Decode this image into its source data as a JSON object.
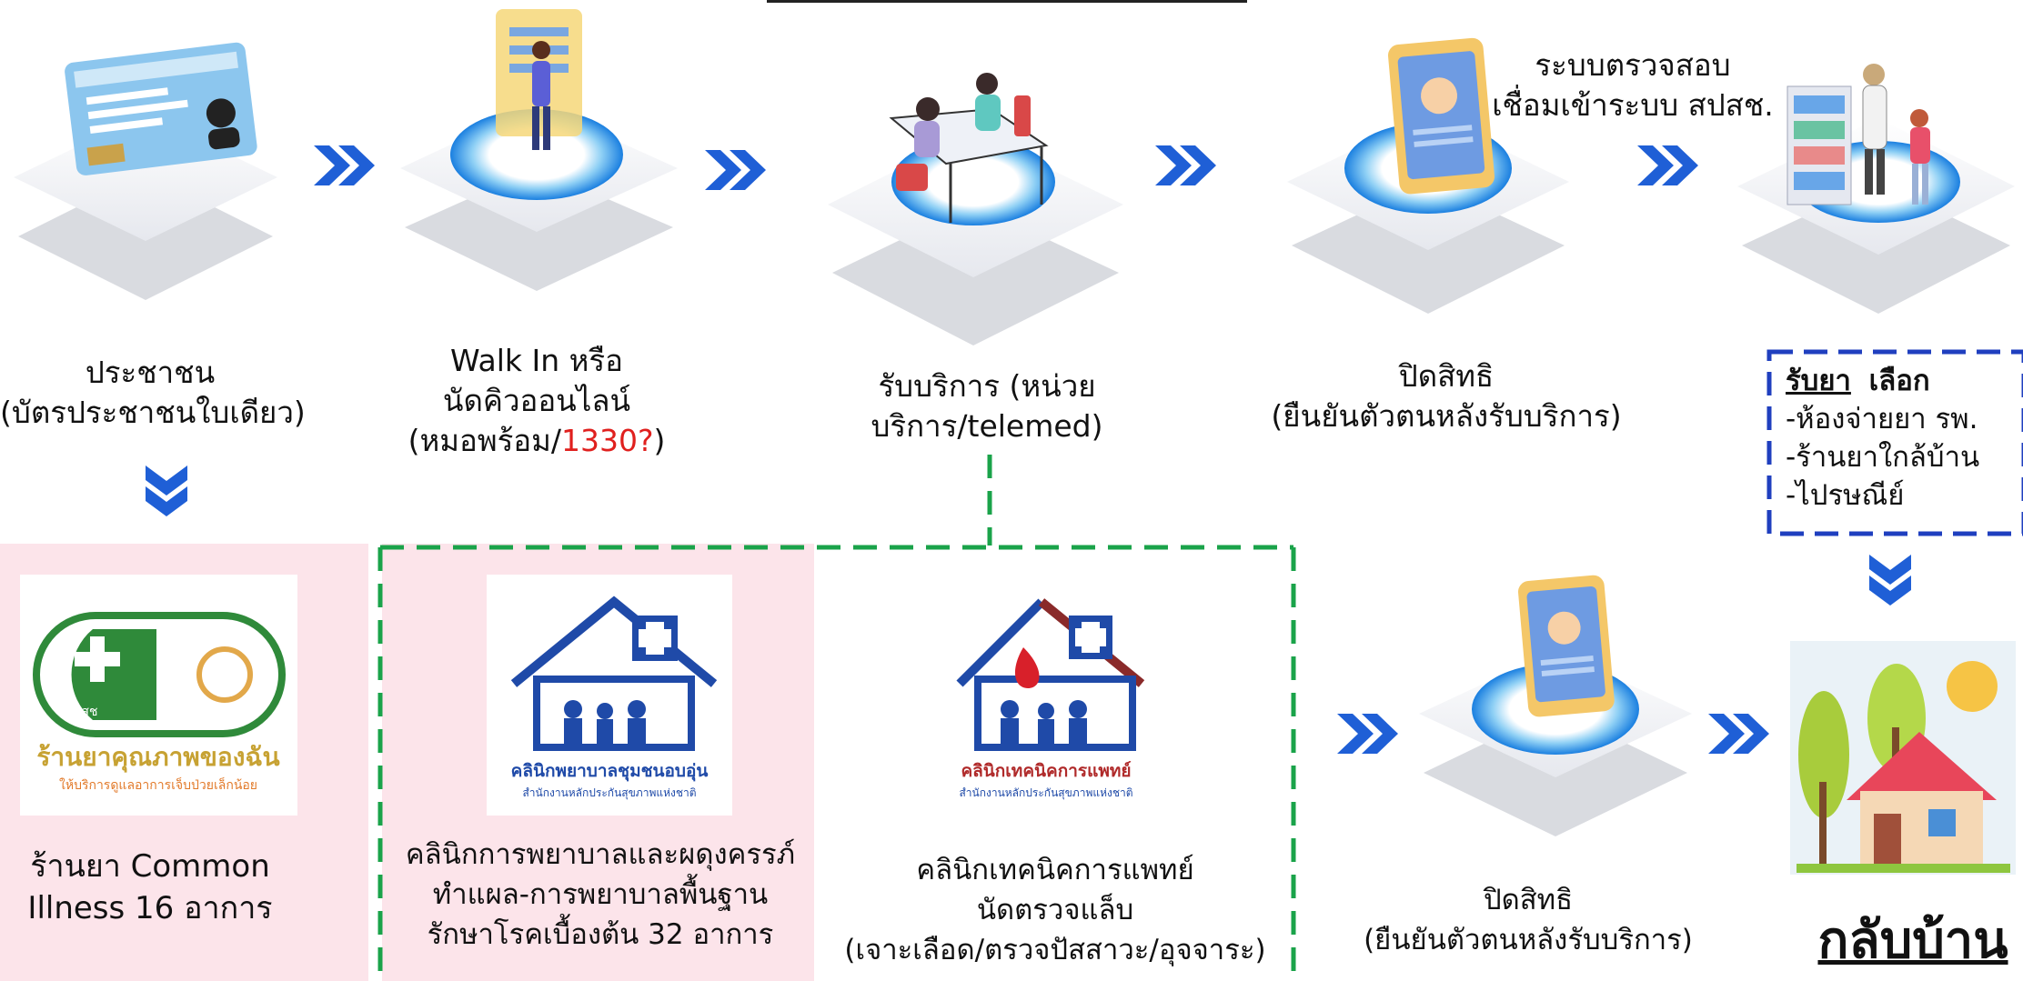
{
  "top_flow": {
    "step1": {
      "line1": "ประชาชน",
      "line2": "(บัตรประชาชนใบเดียว)"
    },
    "step2": {
      "line1": "Walk In หรือ",
      "line2": "นัดคิวออนไลน์",
      "line3_pre": "(หมอพร้อม/",
      "line3_red": "1330?",
      "line3_post": ")"
    },
    "step3": {
      "line1": "รับบริการ (หน่วย",
      "line2": "บริการ/telemed)"
    },
    "step4": {
      "line1": "ปิดสิทธิ",
      "line2": "(ยืนยันตัวตนหลังรับบริการ)"
    },
    "verify_note": {
      "line1": "ระบบตรวจสอบ",
      "line2": "เชื่อมเข้าระบบ สปสช."
    },
    "pickup": {
      "title_u": "รับยา",
      "title_b": "เลือก",
      "opt1": "-ห้องจ่ายยา รพ.",
      "opt2": "-ร้านยาใกล้บ้าน",
      "opt3": "-ไปรษณีย์"
    }
  },
  "bottom_flow": {
    "pharmacy": {
      "line1": "ร้านยา Common",
      "line2": "Illness 16 อาการ",
      "logo_text1": "ร้านยาคุณภาพของฉัน",
      "logo_text2": "ให้บริการดูแลอาการเจ็บป่วยเล็กน้อย",
      "logo_small": "สปสช"
    },
    "nursing_clinic": {
      "line1": "คลินิกการพยาบาลและผดุงครรภ์",
      "line2": "ทำแผล-การพยาบาลพื้นฐาน",
      "line3": "รักษาโรคเบื้องต้น 32 อาการ",
      "logo_text1": "คลินิกพยาบาลชุมชนอบอุ่น",
      "logo_text2": "สำนักงานหลักประกันสุขภาพแห่งชาติ"
    },
    "lab_clinic": {
      "line1": "คลินิกเทคนิคการแพทย์",
      "line2": "นัดตรวจแล็บ",
      "line3": "(เจาะเลือด/ตรวจปัสสาวะ/อุจจาระ)",
      "logo_text1": "คลินิกเทคนิคการแพทย์",
      "logo_text2": "สำนักงานหลักประกันสุขภาพแห่งชาติ"
    },
    "close_right": {
      "line1": "ปิดสิทธิ",
      "line2": "(ยืนยันตัวตนหลังรับบริการ)"
    },
    "home": {
      "label": "กลับบ้าน"
    }
  },
  "colors": {
    "chevron": "#1f5fd6",
    "green_dash": "#1aa34a",
    "blue_dash": "#1f3fbf",
    "red_text": "#e0201e",
    "pink_bg": "#fce4ea"
  },
  "icons": [
    "id-card-icon",
    "queue-online-icon",
    "consultation-icon",
    "verify-phone-icon",
    "pharmacy-pickup-icon",
    "pharmacy-logo-icon",
    "nursing-clinic-logo-icon",
    "lab-clinic-logo-icon",
    "home-icon"
  ]
}
